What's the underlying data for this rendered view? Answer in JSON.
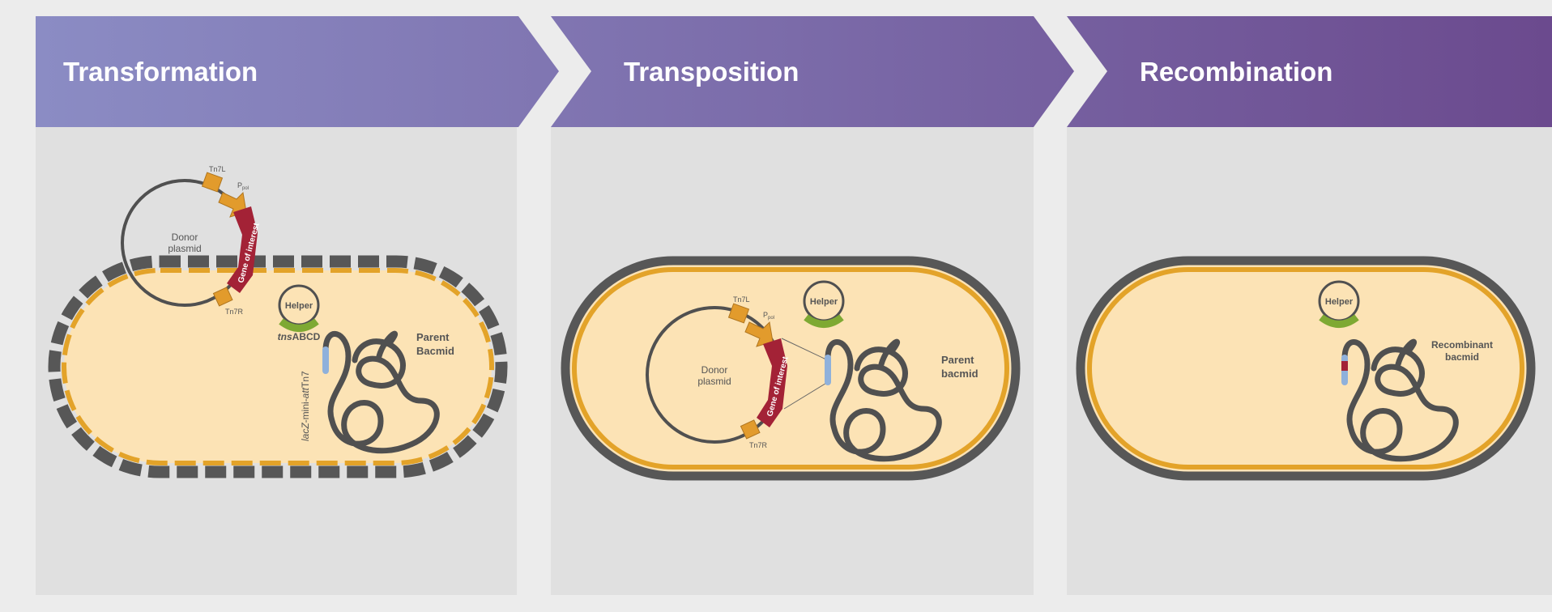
{
  "steps": [
    {
      "title": "Transformation"
    },
    {
      "title": "Transposition"
    },
    {
      "title": "Recombination"
    }
  ],
  "panel1": {
    "donor_line1": "Donor",
    "donor_line2": "plasmid",
    "tn7l": "Tn7L",
    "ppol": "P",
    "ppol_sub": "pol",
    "gene": "Gene of interest",
    "tn7r": "Tn7R",
    "helper": "Helper",
    "tns_italic": "tns",
    "tns_rest": "ABCD",
    "bacmid_line1": "Parent",
    "bacmid_line2": "Bacmid",
    "lacz_italic": "lacZ",
    "lacz_mid": "-mini-",
    "lacz_att": "att",
    "lacz_end": "Tn7"
  },
  "panel2": {
    "donor_line1": "Donor",
    "donor_line2": "plasmid",
    "tn7l": "Tn7L",
    "ppol": "P",
    "ppol_sub": "pol",
    "gene": "Gene of interest",
    "tn7r": "Tn7R",
    "helper": "Helper",
    "bacmid_line1": "Parent",
    "bacmid_line2": "bacmid"
  },
  "panel3": {
    "helper": "Helper",
    "bacmid_line1": "Recombinant",
    "bacmid_line2": "bacmid"
  },
  "colors": {
    "banner_start": "#8b8cc4",
    "banner_end": "#6b4a8e",
    "panel_bg": "#e0e0e0",
    "cell_fill": "#fce3b5",
    "membrane_orange": "#e3a329",
    "wall_gray": "#575757",
    "dna_gray": "#505050",
    "gene_red": "#a32236",
    "tn7_orange": "#e29b2c",
    "helper_green": "#7ea933",
    "attTn7_blue": "#8fb1db"
  }
}
